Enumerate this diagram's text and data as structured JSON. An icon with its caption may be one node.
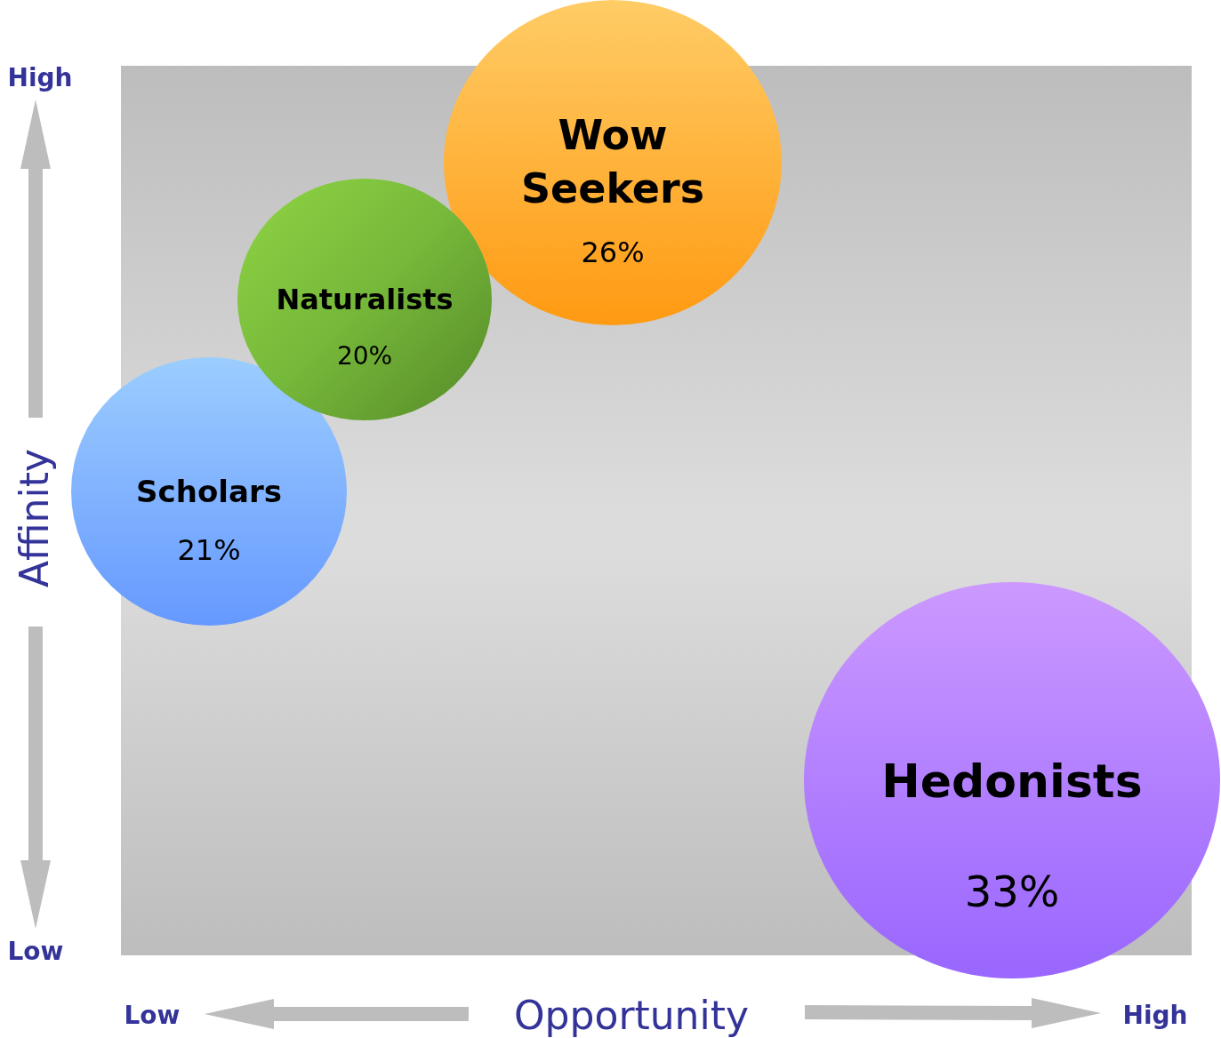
{
  "diagram": {
    "nodes": [
      {
        "text": [
          "Wow Seekers",
          "26%"
        ]
      },
      {
        "text": [
          "Naturalists",
          "20%"
        ]
      },
      {
        "text": [
          "Scholars",
          "21%"
        ]
      },
      {
        "text": [
          "Hedonists",
          "33%"
        ]
      }
    ],
    "labels": [
      "High",
      "Affinity",
      "Low",
      "Low",
      "Opportunity",
      "High"
    ]
  }
}
